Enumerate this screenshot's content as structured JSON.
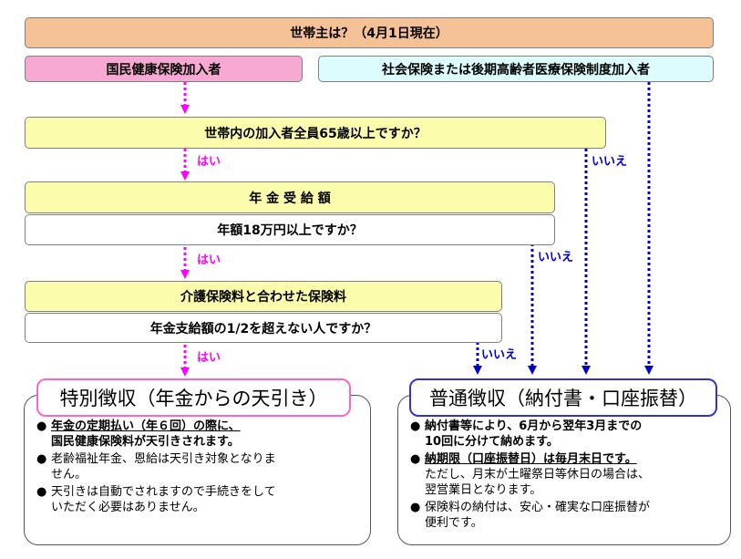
{
  "header": {
    "title": "世帯主は？（4月1日現在）"
  },
  "insurance": {
    "national": "国民健康保険加入者",
    "social": "社会保険または後期高齢者医療保険制度加入者"
  },
  "q1": "世帯内の加入者全員65歳以上ですか？",
  "pension_amount": {
    "title": "年 金 受 給 額",
    "question": "年額18万円以上ですか？"
  },
  "care": {
    "title": "介護保険料と合わせた保険料",
    "question": "年金支給額の1/2を超えない人ですか？"
  },
  "labels": {
    "yes": "はい",
    "no": "いいえ"
  },
  "special": {
    "title": "特別徴収（年金からの天引き）",
    "bullet": "●",
    "item1_line1": "年金の定期払い（年６回）の際に、",
    "item1_line2": "国民健康保険料が天引きされます。",
    "item2_line1": "老齢福祉年金、恩給は天引き対象となりま",
    "item2_line2": "せん。",
    "item3_line1": "天引きは自動でされますので手続きをして",
    "item3_line2": "いただく必要はありません。"
  },
  "normal": {
    "title": "普通徴収（納付書・口座振替）",
    "bullet": "●",
    "item1_line1": "納付書等により、6月から翌年3月までの",
    "item1_line2": "10回に分けて納めます。",
    "item2_line1": "納期限（口座振替日）は毎月末日です。",
    "item2_line2": "ただし、月末が土曜祭日等休日の場合は、",
    "item2_line3": "翌営業日となります。",
    "item3_line1": "保険料の納付は、安心・確実な口座振替が",
    "item3_line2": "便利です。"
  },
  "colors": {
    "yes_arrow": "#ff00ff",
    "no_arrow": "#0000cc",
    "special_border": "#ff66cc",
    "normal_border": "#3333cc"
  }
}
